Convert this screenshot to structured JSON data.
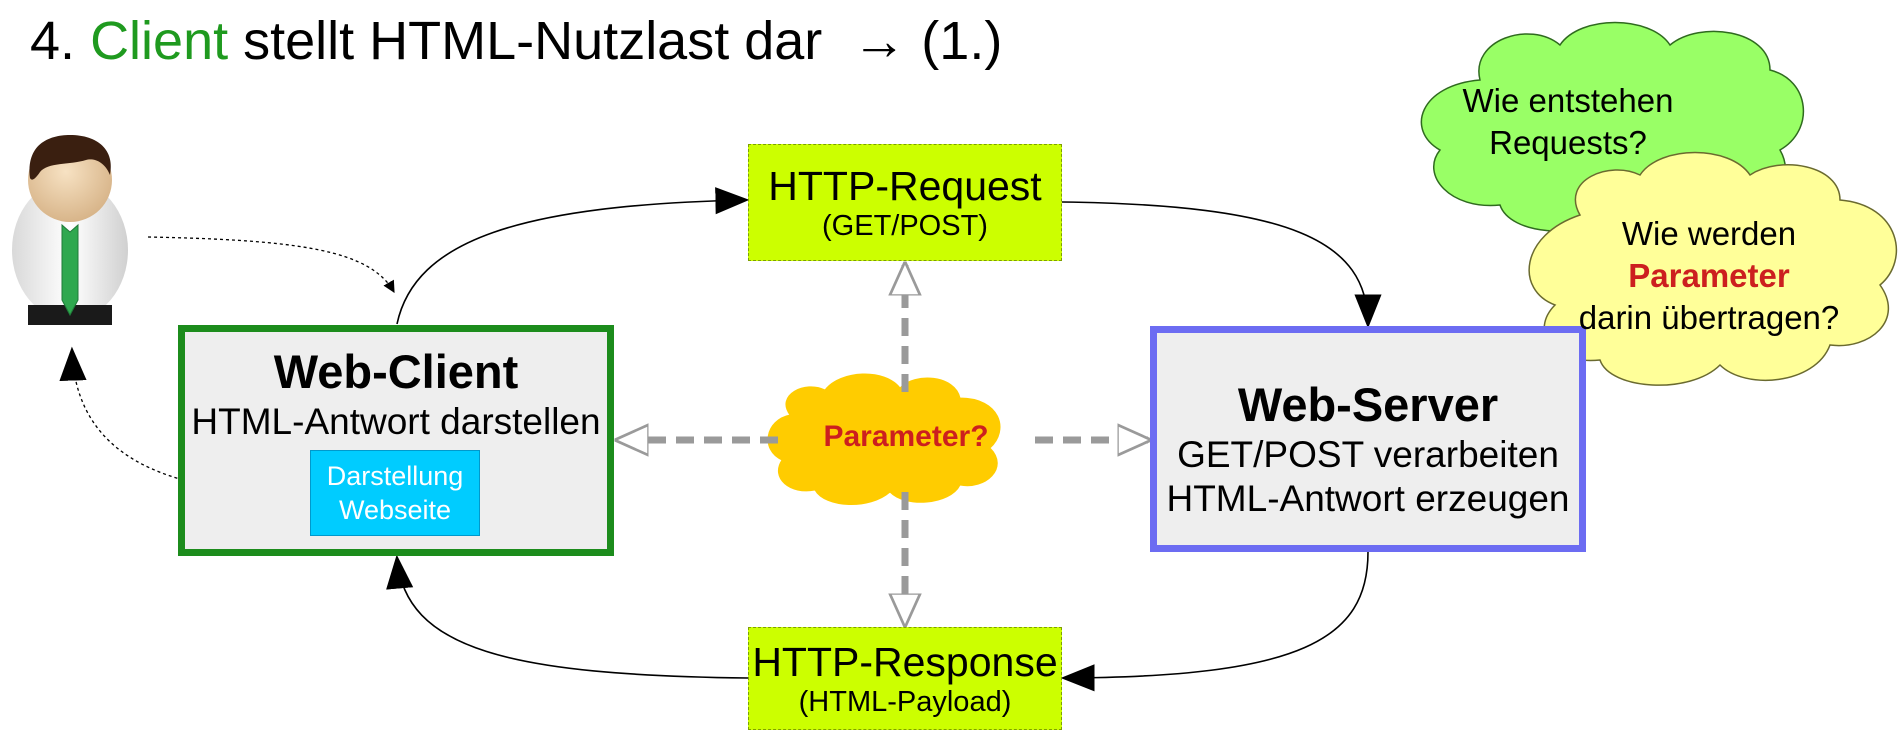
{
  "title": {
    "number": "4.",
    "accent": "Client",
    "rest": "stellt HTML-Nutzlast dar",
    "suffix": "→ (1.)"
  },
  "http_request": {
    "label": "HTTP-Request",
    "sub": "(GET/POST)"
  },
  "http_response": {
    "label": "HTTP-Response",
    "sub": "(HTML-Payload)"
  },
  "web_client": {
    "title": "Web-Client",
    "line1": "HTML-Antwort darstellen",
    "render_line1": "Darstellung",
    "render_line2": "Webseite"
  },
  "web_server": {
    "title": "Web-Server",
    "line1": "GET/POST verarbeiten",
    "line2": "HTML-Antwort erzeugen"
  },
  "parameter_cloud": {
    "label": "Parameter?"
  },
  "question_cloud_1": {
    "line1": "Wie entstehen",
    "line2": "Requests?"
  },
  "question_cloud_2": {
    "line1": "Wie werden",
    "line2": "Parameter",
    "line3": "darin übertragen?"
  },
  "colors": {
    "accent_green": "#1f9a1f",
    "http_box": "#ccff00",
    "client_border": "#1c8c1c",
    "server_border": "#6c6cf2",
    "render_box": "#00ccff",
    "param_cloud": "#ffcc00",
    "question_cloud_1": "#99ff66",
    "question_cloud_2": "#ffff99",
    "emphasis_red": "#cc1f1f"
  },
  "icons": {
    "user": "user-icon"
  }
}
